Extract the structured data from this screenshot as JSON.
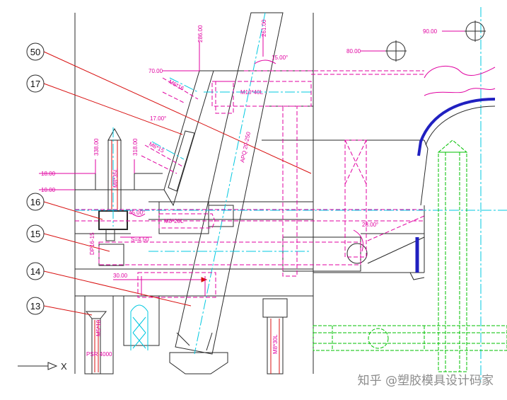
{
  "colors": {
    "outline": "#2a2a2a",
    "magenta": "#e000a0",
    "cyan": "#00c8e0",
    "red": "#d81010",
    "green": "#00c000",
    "blue": "#2020c0"
  },
  "balloons": [
    {
      "label": "50"
    },
    {
      "label": "17"
    },
    {
      "label": "16"
    },
    {
      "label": "15"
    },
    {
      "label": "14"
    },
    {
      "label": "13"
    }
  ],
  "dimensions": {
    "d286": "286.00",
    "d261": "261.00",
    "ang15": "15.00°",
    "d70": "70.00",
    "d90": "90.00",
    "d80": "80.00",
    "ang17": "17.00°",
    "d338": "338.00",
    "d318": "318.00",
    "d18": "18.00",
    "d10": "10.00",
    "ang45": "45.00°",
    "s450": "S=4.50",
    "ang28": "28.00°",
    "d30": "30.00",
    "dp": "DP16-15"
  },
  "callouts": {
    "m10x40": "M10*40L",
    "m6x16": "M6*16",
    "m6x15": "M6*15",
    "m8x35": "M8*35L",
    "m8x20": "M8*20L",
    "m8x30": "M8*30L",
    "m5x10": "M5*10",
    "apq": "APQ 20-250",
    "psr": "PSR 4000"
  },
  "axis": {
    "label": "X"
  },
  "watermark": "知乎 @塑胶模具设计码家"
}
